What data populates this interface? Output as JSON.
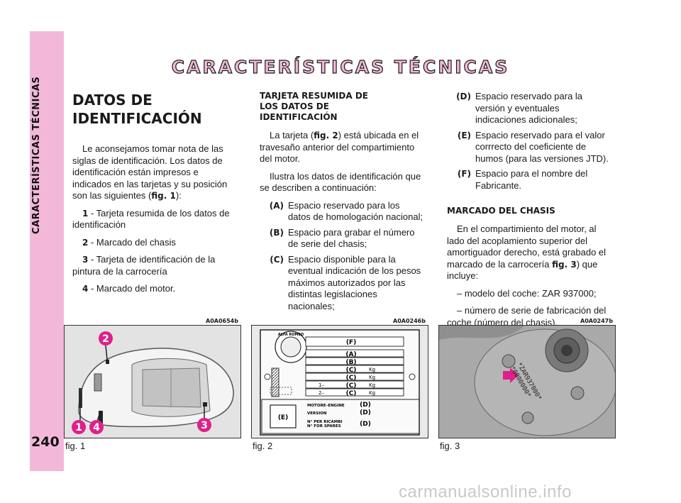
{
  "sidebar": {
    "label": "CARACTERÍSTICAS TÉCNICAS",
    "page_number": "240"
  },
  "title": "CARACTERÍSTICAS TÉCNICAS",
  "col1": {
    "heading": "DATOS DE IDENTIFICACIÓN",
    "intro": "Le aconsejamos tomar nota de las siglas de identificación. Los datos de identificación están impresos e indicados en las tarjetas y su posición son las siguientes (",
    "intro_ref": "fig. 1",
    "intro_end": "):",
    "items": [
      {
        "n": "1",
        "t": " - Tarjeta resumida de los datos de identificación"
      },
      {
        "n": "2",
        "t": " - Marcado del chasis"
      },
      {
        "n": "3",
        "t": " - Tarjeta de identificación de la pintura de la carrocería"
      },
      {
        "n": "4",
        "t": " - Marcado del motor."
      }
    ]
  },
  "col2": {
    "heading": "TARJETA RESUMIDA DE LOS DATOS DE IDENTIFICACIÓN",
    "p1_a": "La tarjeta (",
    "p1_ref": "fig. 2",
    "p1_b": ") está ubicada en el travesaño anterior del compartimiento del motor.",
    "p2": "Ilustra los datos de identificación que se describen a continuación:",
    "items": [
      {
        "k": "(A)",
        "v": "Espacio reservado para los datos de homologación nacional;"
      },
      {
        "k": "(B)",
        "v": "Espacio para grabar el número de serie del chasis;"
      },
      {
        "k": "(C)",
        "v": "Espacio disponible para la eventual indicación de los pesos máximos autorizados por las distintas legislaciones nacionales;"
      }
    ]
  },
  "col3": {
    "items": [
      {
        "k": "(D)",
        "v": "Espacio reservado para la versión y eventuales indicaciones adicionales;"
      },
      {
        "k": "(E)",
        "v": "Espacio reservado para el valor corrrecto del coeficiente de humos (para las versiones JTD)."
      },
      {
        "k": "(F)",
        "v": "Espacio para el nombre del Fabricante."
      }
    ],
    "heading": "MARCADO DEL CHASIS",
    "p1_a": "En el compartimiento del motor, al lado del acoplamiento superior del amortiguador derecho, está grabado el marcado de la carrocería ",
    "p1_ref": "fig. 3",
    "p1_b": ") que incluye:",
    "p2": "– modelo del coche: ZAR 937000;",
    "p3": "– número de serie de fabricación del coche (número del chasis)."
  },
  "figures": [
    {
      "code": "A0A0654b",
      "caption": "fig. 1",
      "markers": [
        "1",
        "2",
        "3",
        "4"
      ]
    },
    {
      "code": "A0A0246b",
      "caption": "fig. 2",
      "logo_text": "ALFA ROMEO",
      "rows": [
        "(F)",
        "(A)",
        "(B)",
        "(C)",
        "(C)",
        "(C)",
        "(C)"
      ],
      "units": "Kg",
      "row_prefix": [
        "1–",
        "2–"
      ],
      "motor": "MOTORE–ENGINE",
      "version": "VERSION",
      "ricambi1": "N° PER RICAMBI",
      "ricambi2": "N° FOR SPARES",
      "d": "(D)",
      "e": "(E)"
    },
    {
      "code": "A0A0247b",
      "caption": "fig. 3",
      "stamp1": "*ZAR937000*",
      "stamp2": "*0000000*"
    }
  ],
  "watermark": "carmanualsonline.info"
}
